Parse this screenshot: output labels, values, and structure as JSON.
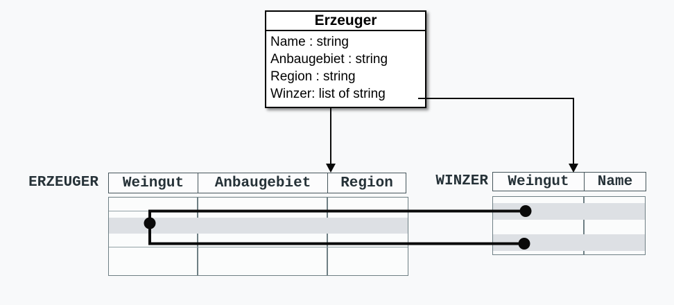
{
  "class_box": {
    "title": "Erzeuger",
    "attributes": [
      "Name : string",
      "Anbaugebiet : string",
      "Region : string",
      "Winzer: list of string"
    ]
  },
  "tables": {
    "erzeuger": {
      "label": "ERZEUGER",
      "columns": [
        "Weingut",
        "Anbaugebiet",
        "Region"
      ]
    },
    "winzer": {
      "label": "WINZER",
      "columns": [
        "Weingut",
        "Name"
      ]
    }
  },
  "colors": {
    "background": "#f8f9fa",
    "class_box_border": "#000000",
    "connector_black": "#0a0a0a",
    "table_border": "#6e7f84",
    "header_border": "#44545a",
    "mono_text": "#263238",
    "row_highlight": "#dde0e4"
  }
}
